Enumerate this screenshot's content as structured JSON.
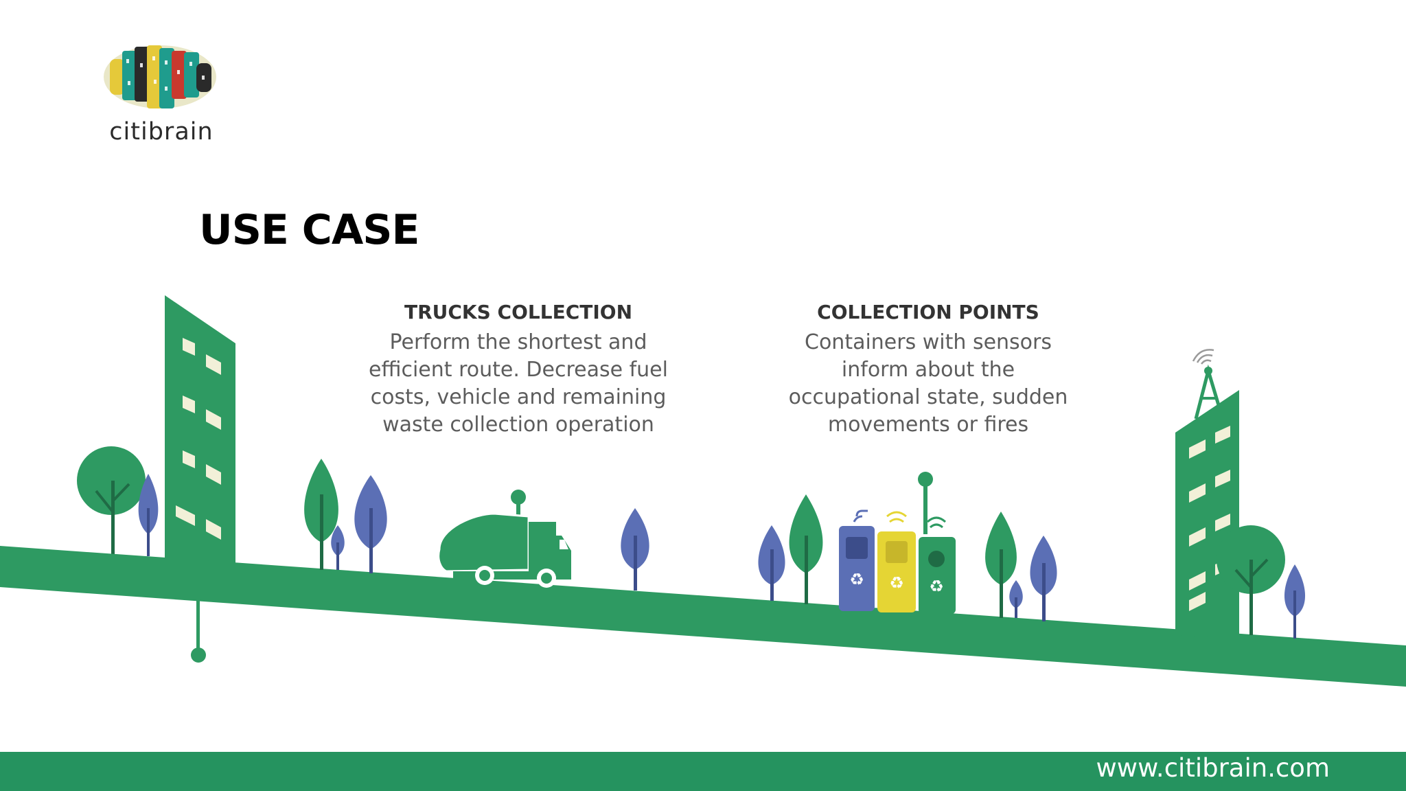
{
  "logo": {
    "wordmark": "citibrain"
  },
  "title": "USE CASE",
  "sections": [
    {
      "heading": "TRUCKS COLLECTION",
      "lines": [
        "Perform the shortest and",
        "efficient route. Decrease fuel",
        "costs, vehicle and remaining",
        "waste collection operation"
      ]
    },
    {
      "heading": "COLLECTION POINTS",
      "lines": [
        "Containers with sensors",
        "inform about the",
        "occupational state, sudden",
        "movements or fires"
      ]
    }
  ],
  "footer": {
    "url": "www.citibrain.com"
  },
  "colors": {
    "brand_green": "#25935f",
    "building_green": "#2e9a62",
    "tree_blue": "#5b6fb5",
    "bin_blue": "#5b6fb5",
    "bin_yellow": "#e5d534",
    "window_cream": "#f2f0d8"
  }
}
